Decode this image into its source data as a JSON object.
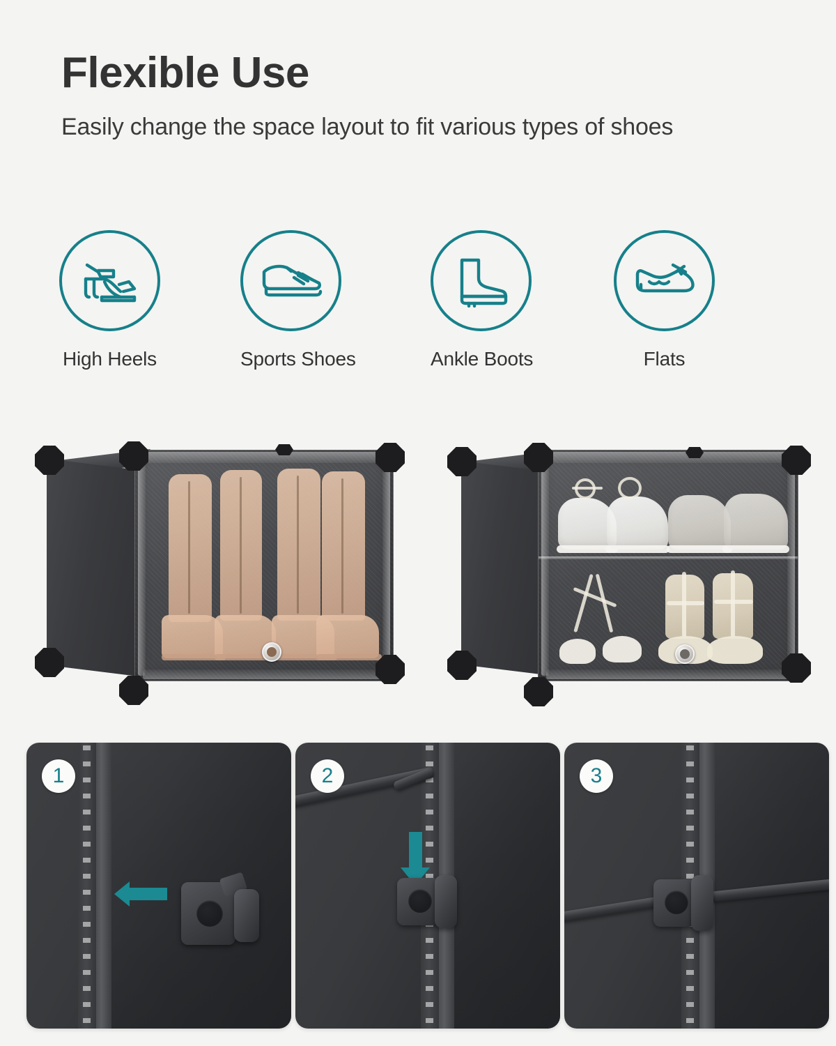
{
  "theme": {
    "background": "#f4f4f2",
    "accent_teal": "#16808a",
    "arrow_teal": "#1b8a92",
    "text_dark": "#333333",
    "panel_dark": "#35373a"
  },
  "header": {
    "title": "Flexible Use",
    "subtitle": "Easily change the space layout to fit various types of shoes"
  },
  "features": [
    {
      "label": "High Heels",
      "icon": "high-heel-sandal-icon"
    },
    {
      "label": "Sports Shoes",
      "icon": "sneaker-icon"
    },
    {
      "label": "Ankle Boots",
      "icon": "ankle-boot-icon"
    },
    {
      "label": "Flats",
      "icon": "flat-shoe-icon"
    }
  ],
  "showcase": {
    "left_cube": {
      "name": "tall-boots-configuration",
      "description": "Single tall compartment holding lace-up boots"
    },
    "right_cube": {
      "name": "two-shelf-configuration",
      "description": "Two stacked compartments: sneakers on top, heels below"
    },
    "arrows": {
      "top_arrow": "arrow-left",
      "bottom_arrow": "arrow-right"
    }
  },
  "steps": [
    {
      "number": "1",
      "name": "align-connector-with-rail",
      "arrow": "arrow-left"
    },
    {
      "number": "2",
      "name": "press-connector-down-into-slot",
      "arrow": "arrow-down"
    },
    {
      "number": "3",
      "name": "connector-locked-with-rods",
      "arrow": "none"
    }
  ]
}
